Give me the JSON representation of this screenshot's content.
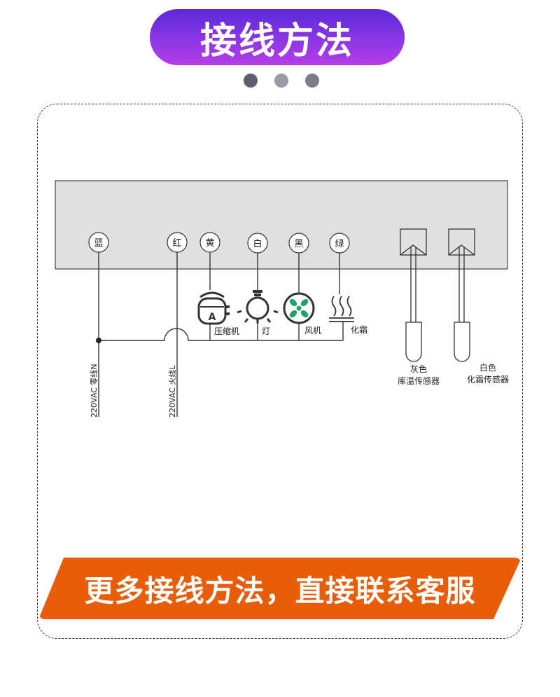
{
  "header": {
    "title": "接线方法"
  },
  "terminals": {
    "blue": "蓝",
    "red": "红",
    "yellow": "黄",
    "white": "白",
    "black": "黑",
    "green": "绿"
  },
  "loads": {
    "compressor": "压缩机",
    "compressor_mark": "A",
    "light": "灯",
    "fan": "风机",
    "defrost": "化霜"
  },
  "power": {
    "neutral": "220VAC 零线N",
    "live": "220VAC 火线L"
  },
  "sensors": {
    "room": {
      "color": "灰色",
      "name": "库温传感器"
    },
    "defrost": {
      "color": "白色",
      "name": "化霜传感器"
    }
  },
  "cta": {
    "label": "更多接线方法，直接联系客服"
  },
  "colors": {
    "title_gradient_top": "#5a2ad8",
    "title_gradient_bottom": "#b43ee6",
    "cta": "#e85d0a",
    "panel": "#e0e0e0",
    "fan_blade": "#1fa463"
  }
}
